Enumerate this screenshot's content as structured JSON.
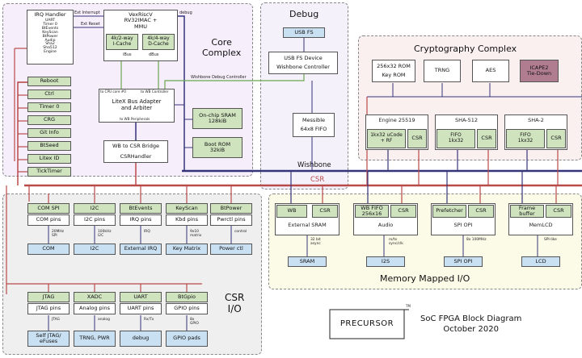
{
  "core": {
    "title": "Core\nComplex",
    "irq_handler": "IRQ Handler",
    "irq_sources": "UART\nTimer 0\nBtEvents\nKeyScan\nBtPower\nAudio\nSha2\nSha512\nEngine",
    "cpu": "VexRiscV\nRV32IMAC +\nMMU",
    "icache": "4k/2-way\nI-Cache",
    "dcache": "4k/4-way\nD-Cache",
    "ext_interrupt": "Ext Interrupt",
    "ext_reset": "Ext Reset",
    "debug": "debug",
    "ibus": "iBus",
    "dbus": "dBus",
    "csr_list": [
      "Reboot",
      "Ctrl",
      "Timer 0",
      "CRG",
      "Git Info",
      "BtSeed",
      "Litex ID",
      "TickTimer"
    ],
    "bus_adapter": "LiteX Bus Adapter\nand Arbiter",
    "to_cpu": "to CPU core #0",
    "to_wb_ctrl": "to WB Controller",
    "to_wb_periph": "to WB Peripherals",
    "wb_csr_bridge": "WB to CSR Bridge",
    "csr_handler": "CSRHandler",
    "sram": "On-chip SRAM\n128kiB",
    "boot_rom": "Boot ROM\n32kiB"
  },
  "debug": {
    "title": "Debug",
    "usb_fs": "USB FS",
    "usb_dev": "USB FS Device",
    "wb_ctrl": "Wishbone Controller",
    "wb_debug_label": "Wishbone Debug Controller"
  },
  "messible": {
    "top": "Messible",
    "bottom": "64x8 FIFO"
  },
  "crypto": {
    "title": "Cryptography Complex",
    "rom_top": "256x32 ROM",
    "rom_bottom": "Key ROM",
    "trng": "TRNG",
    "aes": "AES",
    "icape": "ICAPE2\nTie-Down",
    "engine_title": "Engine 25519",
    "engine_ucode": "1kx32 uCode\n+ RF",
    "sha512_title": "SHA-512",
    "sha2_title": "SHA-2",
    "fifo": "FIFO\n1kx32",
    "csr": "CSR"
  },
  "buses": {
    "wishbone": "Wishbone",
    "csr": "CSR"
  },
  "csr_io": {
    "title": "CSR\nI/O",
    "row1": [
      {
        "name": "COM SPI",
        "pins": "COM pins",
        "sig": "20MHz\nSPI",
        "ext": "COM"
      },
      {
        "name": "I2C",
        "pins": "I2C pins",
        "sig": "100kHz\nI2C",
        "ext": "I2C"
      },
      {
        "name": "BtEvents",
        "pins": "IRQ pins",
        "sig": "IRQ",
        "ext": "External IRQ"
      },
      {
        "name": "KeyScan",
        "pins": "Kbd pins",
        "sig": "9x10\nmatrix",
        "ext": "Key Matrix"
      },
      {
        "name": "BtPower",
        "pins": "Pwrctl pins",
        "sig": "control",
        "ext": "Power ctl"
      }
    ],
    "row2": [
      {
        "name": "JTAG",
        "pins": "JTAG pins",
        "sig": "JTAG",
        "ext": "Self JTAG/\neFuses"
      },
      {
        "name": "XADC",
        "pins": "Analog pins",
        "sig": "analog",
        "ext": "TRNG, PWR"
      },
      {
        "name": "UART",
        "pins": "UART pins",
        "sig": "Rx/Tx",
        "ext": "debug"
      },
      {
        "name": "BtGpio",
        "pins": "GPIO pins",
        "sig": "8x\nGPIO",
        "ext": "GPIO pads"
      }
    ]
  },
  "mmio": {
    "title": "Memory Mapped I/O",
    "wb": "WB",
    "csr": "CSR",
    "units": [
      {
        "name": "External SRAM",
        "sig": "32 bit\nasync",
        "ext": "SRAM"
      },
      {
        "name": "Audio",
        "top": "WB FIFO\n256x16",
        "sig": "rx/tx\nsync/clk",
        "ext": "I2S"
      },
      {
        "name": "SPI OPI",
        "top": "Prefetcher",
        "sig": "8x 100MHz",
        "ext": "SPI OPI"
      },
      {
        "name": "MemLCD",
        "top": "Frame\nbuffer",
        "sig": "SPI-like",
        "ext": "LCD"
      }
    ]
  },
  "footer": {
    "logo": "PRECURSOR",
    "tm": "TM",
    "caption": "SoC FPGA Block Diagram\nOctober 2020"
  },
  "colors": {
    "core_bg": "#f6eefa",
    "debug_bg": "#f4f1fa",
    "crypto_bg": "#fbf0f0",
    "csrio_bg": "#efefef",
    "mmio_bg": "#fbfbe8",
    "green": "#cfe3bf",
    "blue": "#c9e0f2",
    "wishbone_bus": "#34347a",
    "csr_bus": "#b84a4a",
    "debug_wire": "#6aa84f"
  }
}
